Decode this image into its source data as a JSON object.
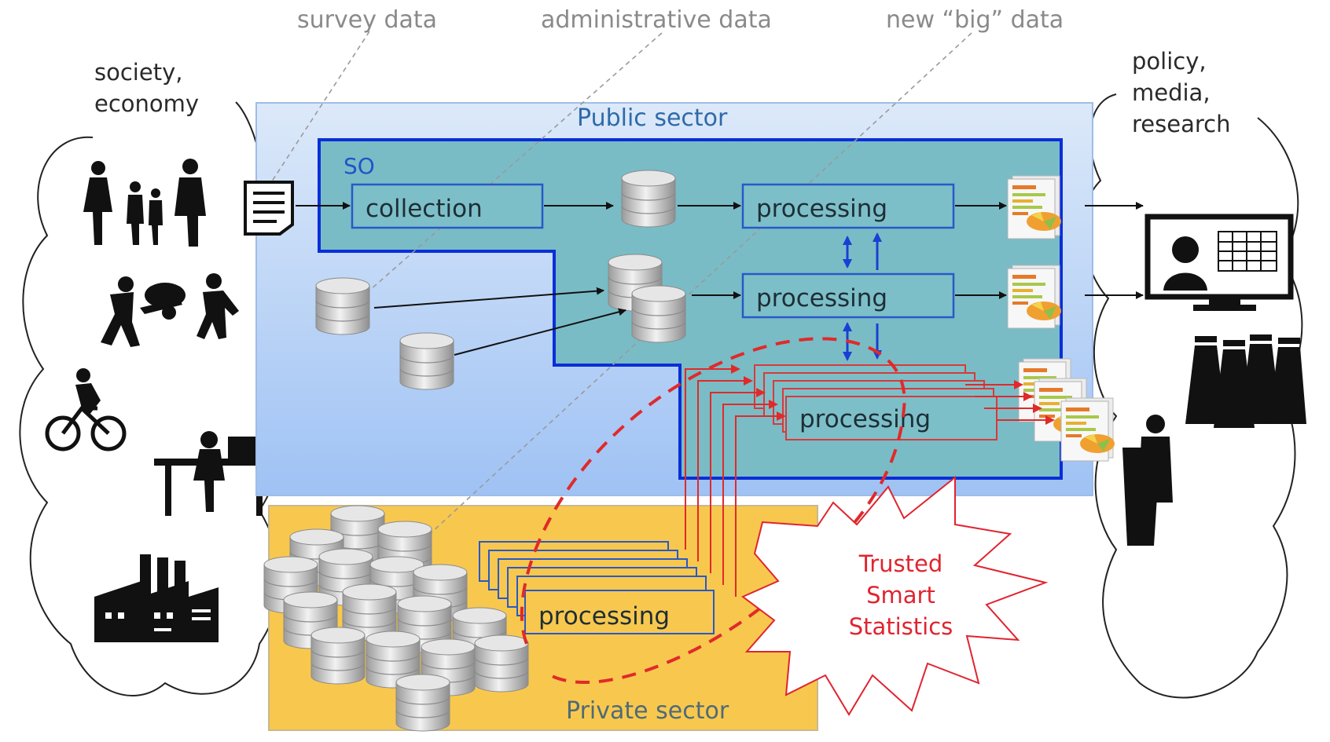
{
  "labels": {
    "survey_data": "survey data",
    "administrative_data": "administrative  data",
    "big_data": "new “big” data",
    "society_line1": "society,",
    "society_line2": "economy",
    "policy_line1": "policy,",
    "policy_line2": "media,",
    "policy_line3": "research",
    "public_sector": "Public sector",
    "so": "SO",
    "collection": "collection",
    "processing": "processing",
    "private_sector": "Private sector",
    "trusted_line1": "Trusted",
    "trusted_line2": "Smart",
    "trusted_line3": "Statistics"
  },
  "colors": {
    "public_sector_fill": "#c8ddf6",
    "so_fill": "#79bcc6",
    "so_border": "#0a2ed8",
    "private_fill": "#f8c84e",
    "processing_border_blue": "#2a58c8",
    "processing_border_red": "#d83a3a",
    "trusted_red": "#e0242f"
  }
}
